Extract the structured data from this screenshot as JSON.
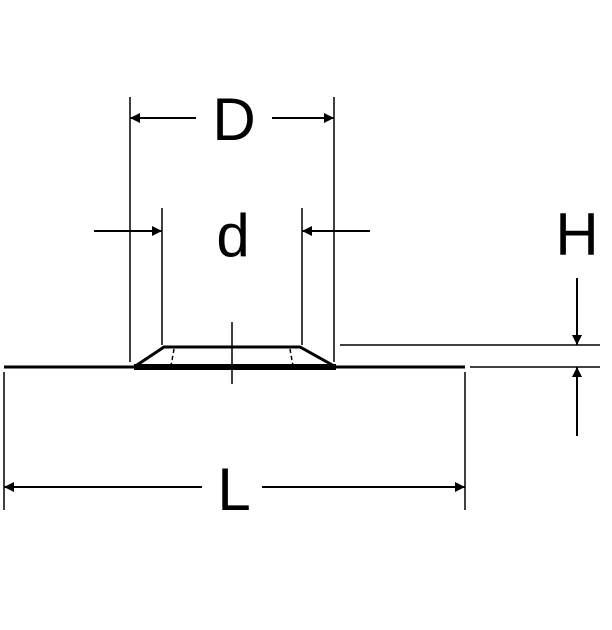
{
  "diagram": {
    "labels": {
      "outer_diameter": "D",
      "inner_diameter": "d",
      "height": "H",
      "length": "L"
    },
    "colors": {
      "line": "#000000",
      "background": "#ffffff"
    }
  }
}
